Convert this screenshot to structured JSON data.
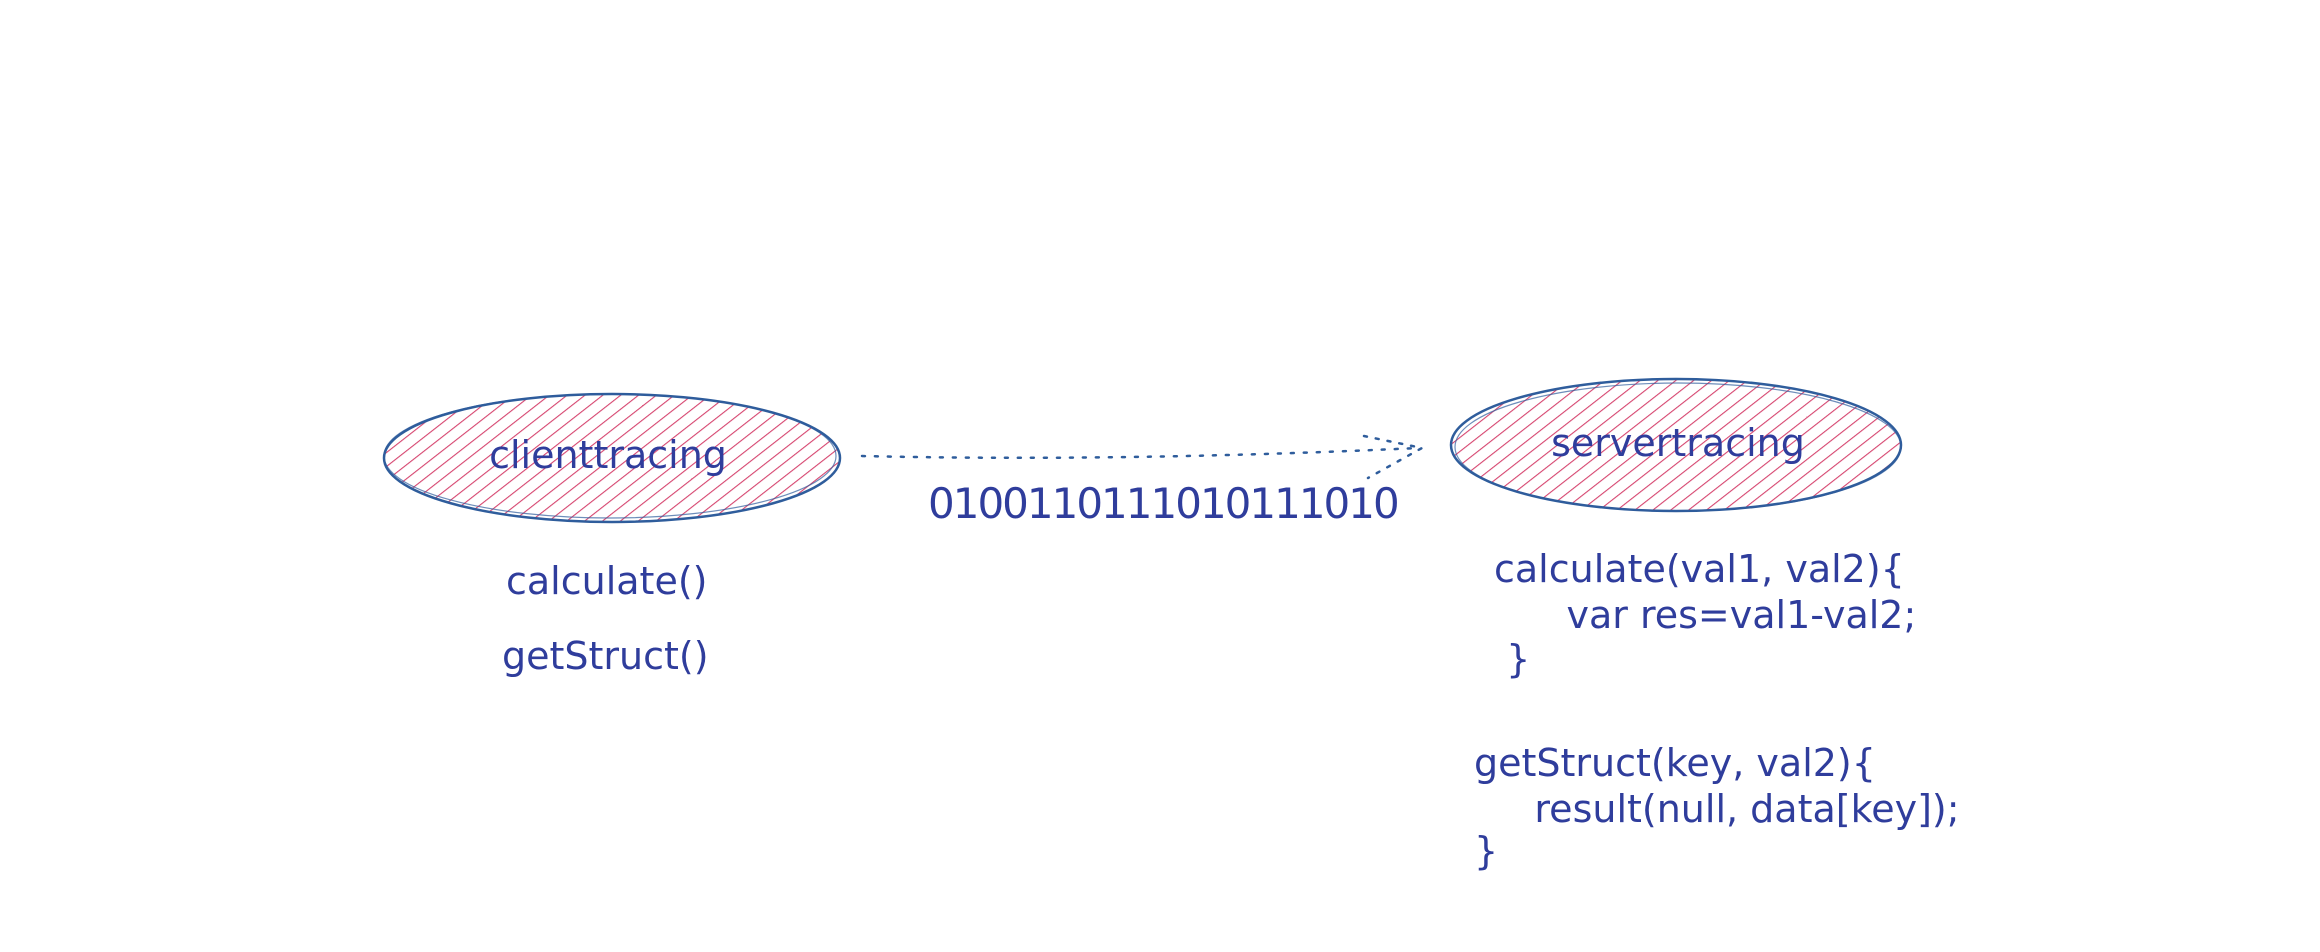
{
  "colors": {
    "ink": "#2f3d9c",
    "outline": "#2f5d9c",
    "hatch": "#d6456f",
    "arrow": "#2f5d9c"
  },
  "nodes": {
    "client": {
      "label": "clienttracing",
      "calls": [
        "calculate()",
        "getStruct()"
      ]
    },
    "server": {
      "label": "servertracing",
      "code": [
        "calculate(val1, val2){",
        "      var res=val1-val2;",
        " }",
        "",
        "getStruct(key, val2){",
        "     result(null, data[key]);",
        "}"
      ]
    }
  },
  "connection": {
    "payload": "0100110111010111010",
    "style": "dotted-arrow"
  }
}
